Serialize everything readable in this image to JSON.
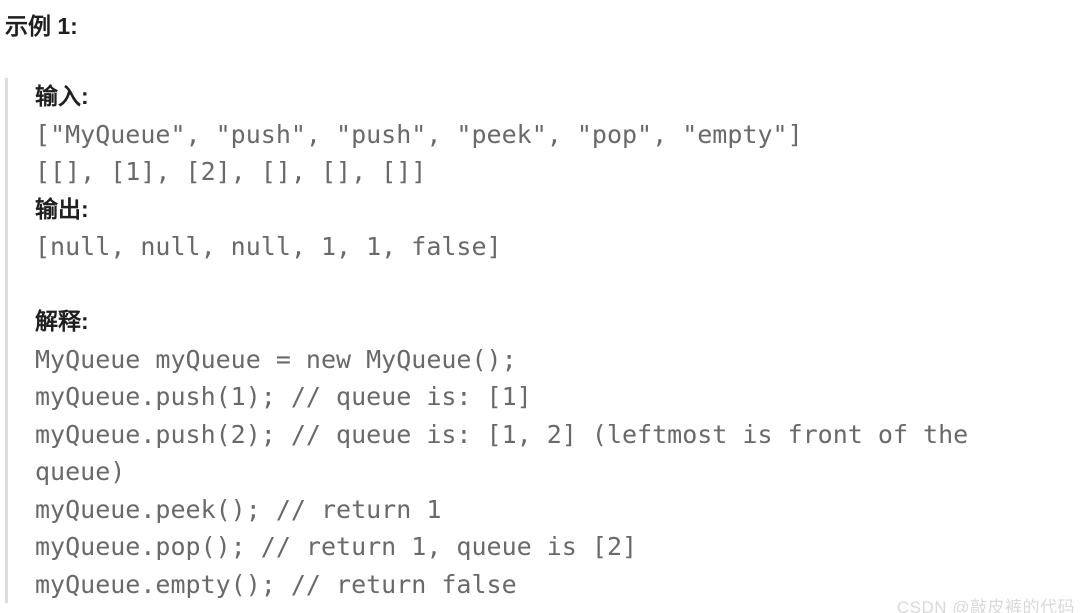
{
  "page": {
    "heading": "示例 1:",
    "watermark": "CSDN @敲皮裤的代码"
  },
  "example": {
    "input_label": "输入:",
    "input_lines": [
      "[\"MyQueue\", \"push\", \"push\", \"peek\", \"pop\", \"empty\"]",
      "[[], [1], [2], [], [], []]"
    ],
    "output_label": "输出:",
    "output_value": "[null, null, null, 1, 1, false]",
    "explanation_label": "解释:",
    "explanation_lines": [
      "MyQueue myQueue = new MyQueue();",
      "myQueue.push(1); // queue is: [1]",
      "myQueue.push(2); // queue is: [1, 2] (leftmost is front of the queue)",
      "myQueue.peek(); // return 1",
      "myQueue.pop(); // return 1, queue is [2]",
      "myQueue.empty(); // return false"
    ]
  },
  "colors": {
    "heading_text": "#1f1f1f",
    "code_text": "#696969",
    "block_border": "#dcdcdc",
    "watermark_text": "#d9d9d9"
  }
}
